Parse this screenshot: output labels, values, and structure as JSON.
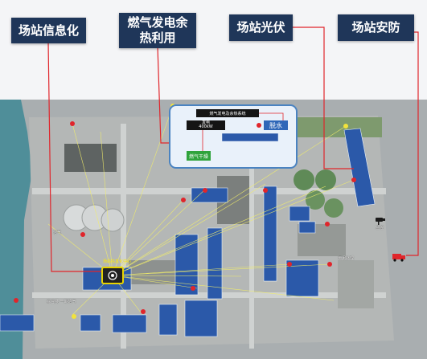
{
  "labels": {
    "info": "场站信息化",
    "gas_heat_line1": "燃气发电余",
    "gas_heat_line2": "热利用",
    "pv": "场站光伏",
    "security": "场站安防"
  },
  "inset": {
    "system_title": "燃气发电及余热系统",
    "generator": "发电",
    "generator_spec": "400kW",
    "dewater": "脱水",
    "gas_dryer": "燃气干燥"
  },
  "map_labels": {
    "hub": "场站信息化中心",
    "camera": "监控",
    "bottom_left": "综合楼 一期沼气",
    "mid_left": "沼气",
    "building_right": "污泥处理"
  },
  "colors": {
    "label_bg": "#1f3659",
    "callout_line": "#e0252b",
    "link_line": "#f2ee6a",
    "panel_border": "#4a83c1",
    "pv_blue": "#2b59a9"
  },
  "icons": {
    "camera": "surveillance-camera-icon",
    "truck": "fire-truck-icon",
    "marker": "location-marker-icon"
  }
}
